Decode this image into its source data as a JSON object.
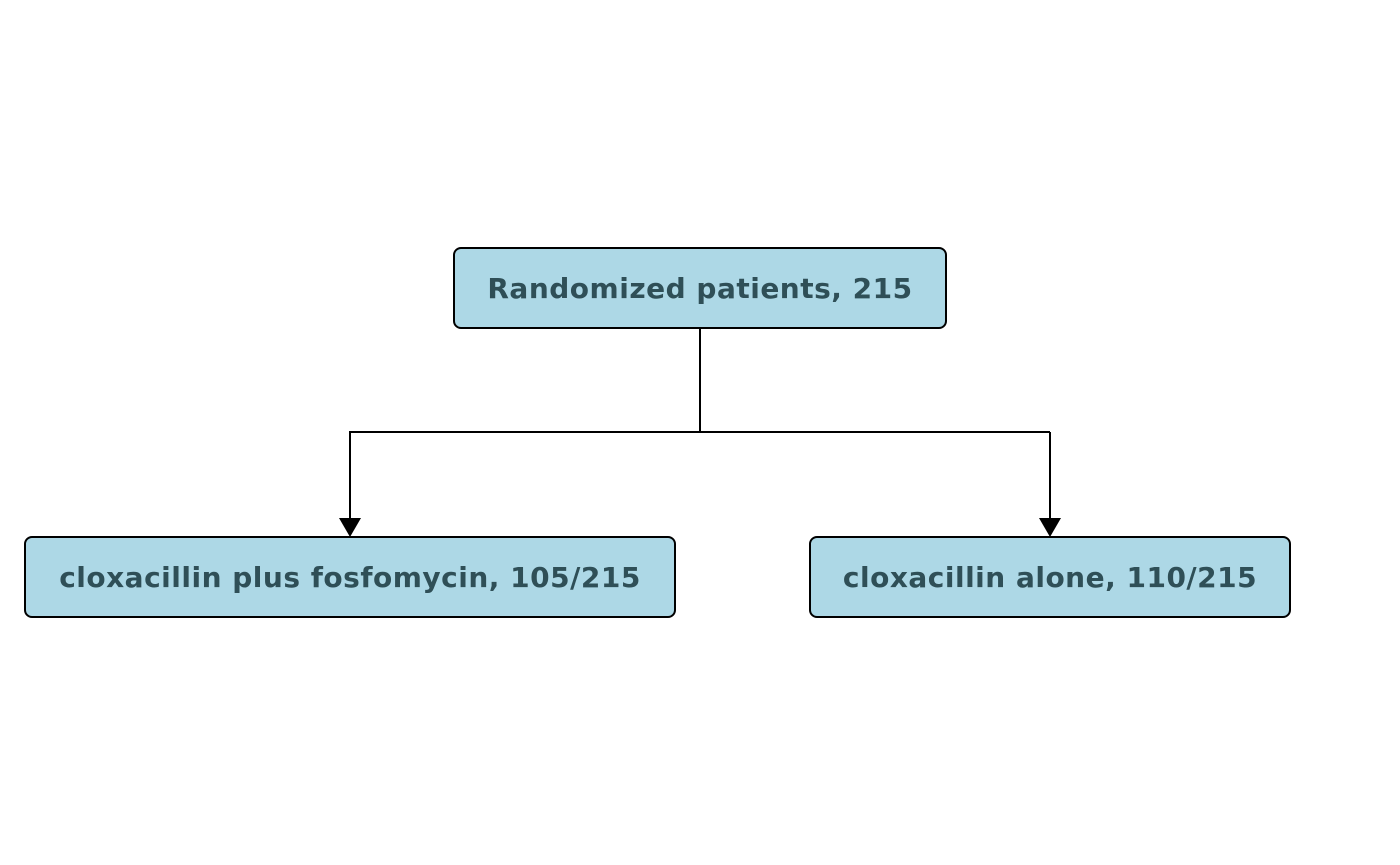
{
  "colors": {
    "box_fill": "#add8e6",
    "box_text": "#2f4f57",
    "line": "#000000"
  },
  "flowchart": {
    "root": {
      "label": "Randomized patients, 215"
    },
    "branches": [
      {
        "label": "cloxacillin plus fosfomycin, 105/215"
      },
      {
        "label": "cloxacillin alone, 110/215"
      }
    ]
  }
}
